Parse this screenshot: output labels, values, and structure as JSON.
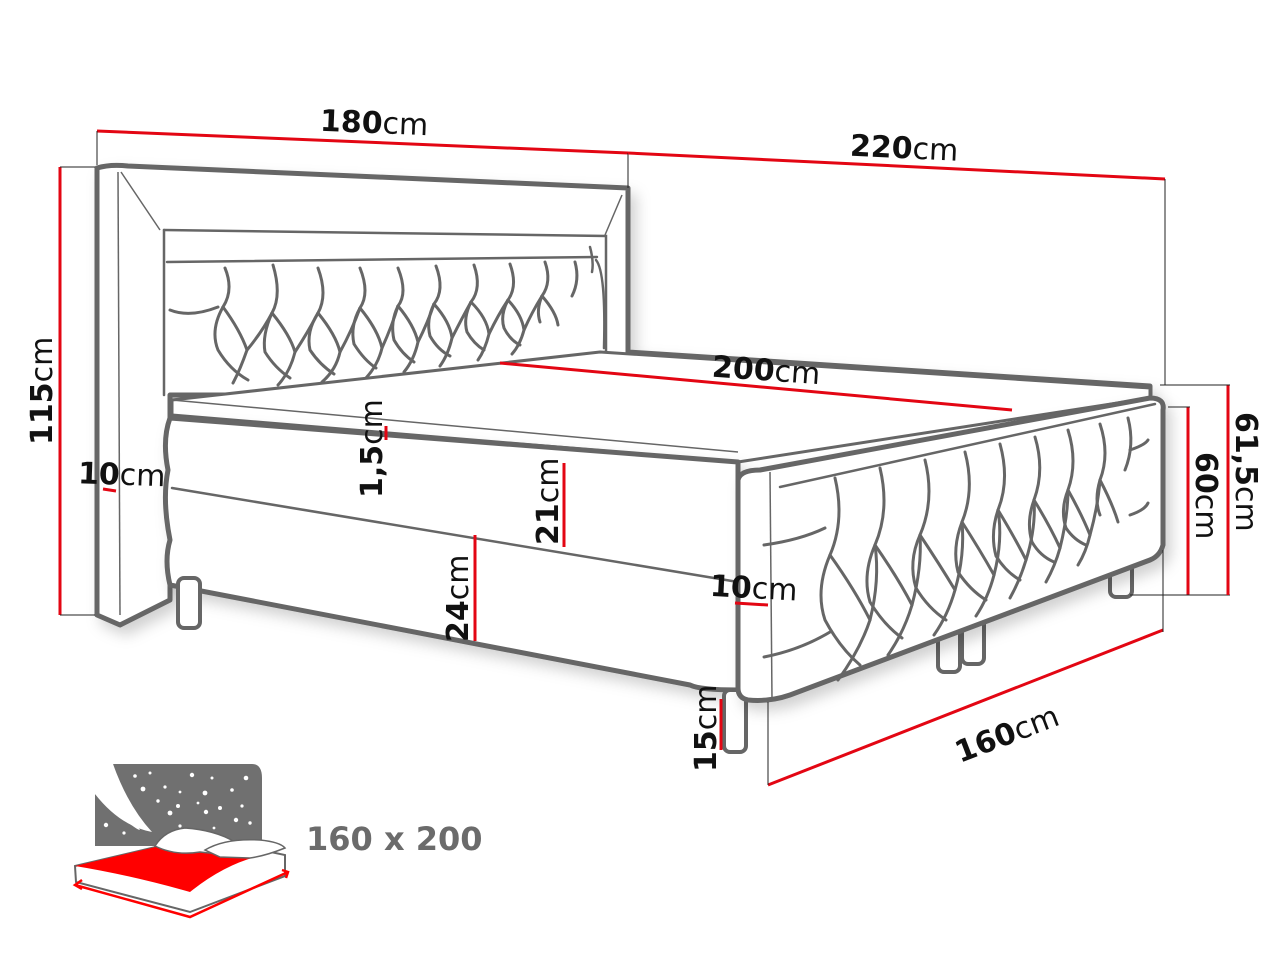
{
  "diagram": {
    "subject": "Boxspring bed with tufted headboard and footboard",
    "dimensions": {
      "overall_width": {
        "value": "180",
        "unit": "cm"
      },
      "overall_length": {
        "value": "220",
        "unit": "cm"
      },
      "mattress_length": {
        "value": "200",
        "unit": "cm"
      },
      "mattress_width": {
        "value": "160",
        "unit": "cm"
      },
      "headboard_height": {
        "value": "115",
        "unit": "cm"
      },
      "headboard_thickness": {
        "value": "10",
        "unit": "cm"
      },
      "topper_thickness": {
        "value": "1,5",
        "unit": "cm"
      },
      "mattress_height": {
        "value": "21",
        "unit": "cm"
      },
      "box_height": {
        "value": "24",
        "unit": "cm"
      },
      "footboard_thickness": {
        "value": "10",
        "unit": "cm"
      },
      "leg_height": {
        "value": "15",
        "unit": "cm"
      },
      "footboard_height": {
        "value": "60",
        "unit": "cm"
      },
      "total_bed_height": {
        "value": "61,5",
        "unit": "cm"
      }
    },
    "size_badge": {
      "label": "160 x 200",
      "icon": "bed-with-starry-night-icon"
    },
    "colors": {
      "dimension_line": "#e30613",
      "outline": "#666666",
      "badge_text": "#6b6b6b",
      "badge_sheet": "#ff0000",
      "badge_backdrop": "#707070"
    }
  }
}
